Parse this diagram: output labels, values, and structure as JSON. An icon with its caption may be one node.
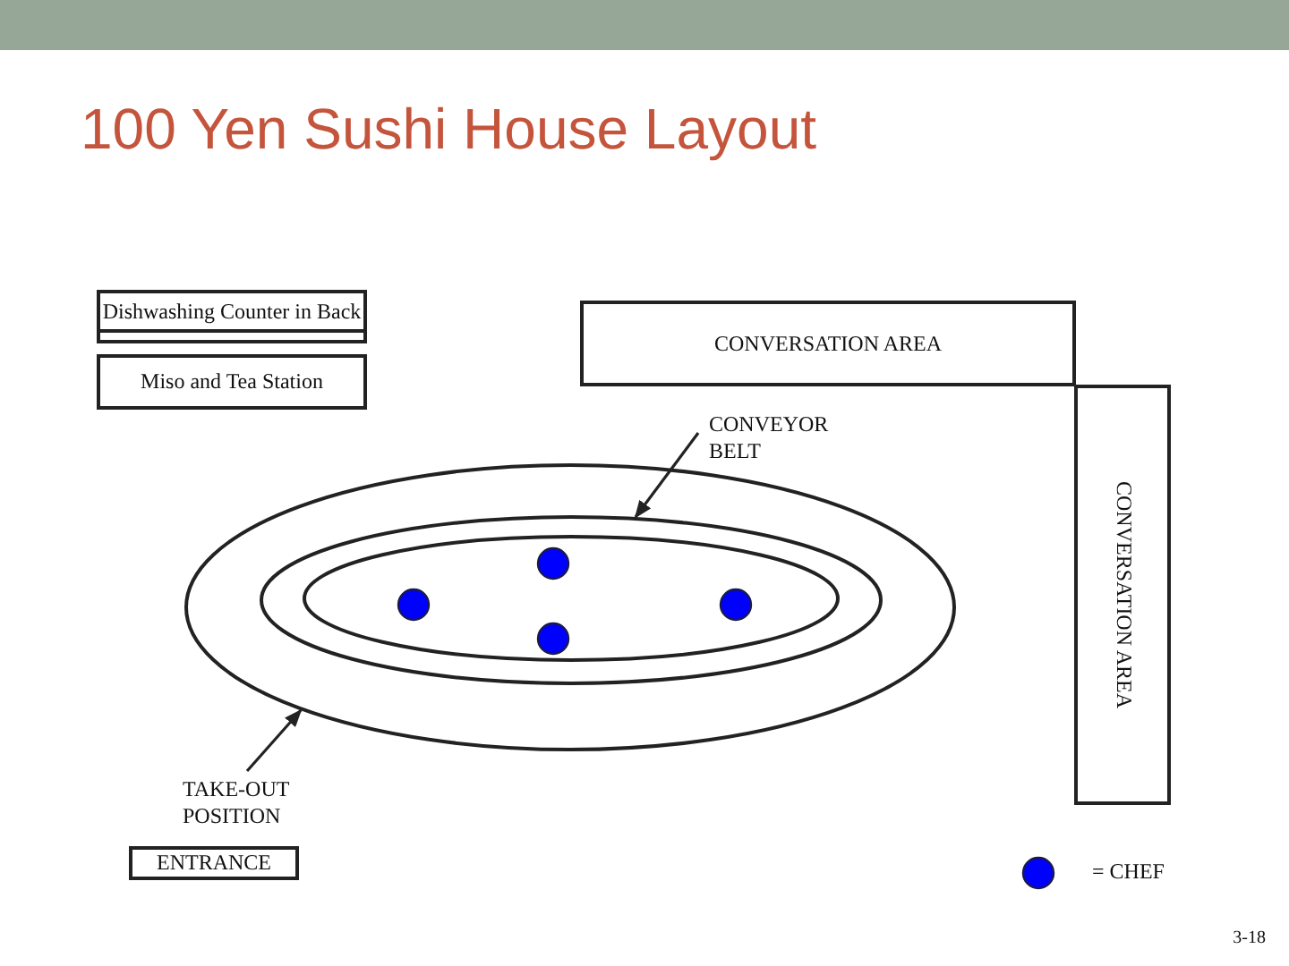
{
  "diagram": {
    "title": "100 Yen Sushi House Layout",
    "nodes": [
      {
        "text": [
          "Dishwashing Counter in Back"
        ]
      },
      {
        "text": [
          "CONVERSATION AREA"
        ]
      },
      {
        "text": [
          "Miso and Tea Station"
        ]
      },
      {
        "text": [
          "CONVEYOR BELT"
        ]
      },
      {
        "text": [
          "CONVERSATION AREA"
        ]
      },
      {
        "text": [],
        "shape": "ellipse"
      },
      {
        "text": [],
        "shape": "ellipse",
        "in": 5
      },
      {
        "text": [
          "TAKE-OUT POSITION"
        ]
      },
      {
        "text": [
          "ENTRANCE"
        ]
      }
    ],
    "edges": [
      {
        "from": 3,
        "to": 6,
        "arrow": "to"
      },
      {
        "from": 7,
        "to": 5,
        "arrow": "to"
      }
    ],
    "labels": [
      "3-18"
    ],
    "legend": [
      {
        "text": "= CHEF",
        "color": "#0000ff"
      }
    ]
  }
}
